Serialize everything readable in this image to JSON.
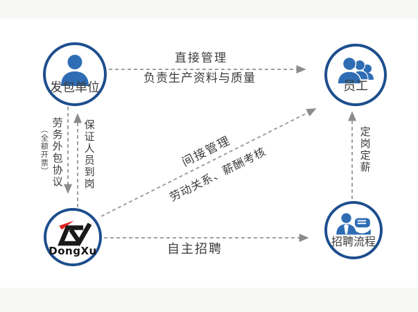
{
  "diagram_title": "labor-outsourcing-relationship-diagram",
  "nodes": {
    "contracting_unit": "发包单位",
    "employees": "员工",
    "dongxu": "DongXu",
    "recruitment": "招聘流程"
  },
  "edges": {
    "direct_line1": "直接管理",
    "direct_line2": "负责生产资料与质量",
    "outsourcing": "劳务外包协议",
    "invoice_note": "（全额开票）",
    "guarantee": "保证人员到岗",
    "indirect_line1": "间接管理",
    "indirect_line2": "劳动关系、薪酬考核",
    "post_salary": "定岗定薪",
    "self_recruit": "自主招聘"
  },
  "icons": {
    "contracting_unit": "person-icon",
    "employees": "people-group-icon",
    "dongxu": "dongxu-logo",
    "recruitment": "recruiter-computer-icon"
  },
  "colors": {
    "circle_border": "#1d4e8e",
    "icon_blue": "#2e6db4",
    "dash_gray": "#9f9f9f",
    "arrowhead_gray": "#8b8b8b",
    "text": "#3c3c3c",
    "logo_red": "#e02620",
    "logo_black": "#191919"
  }
}
